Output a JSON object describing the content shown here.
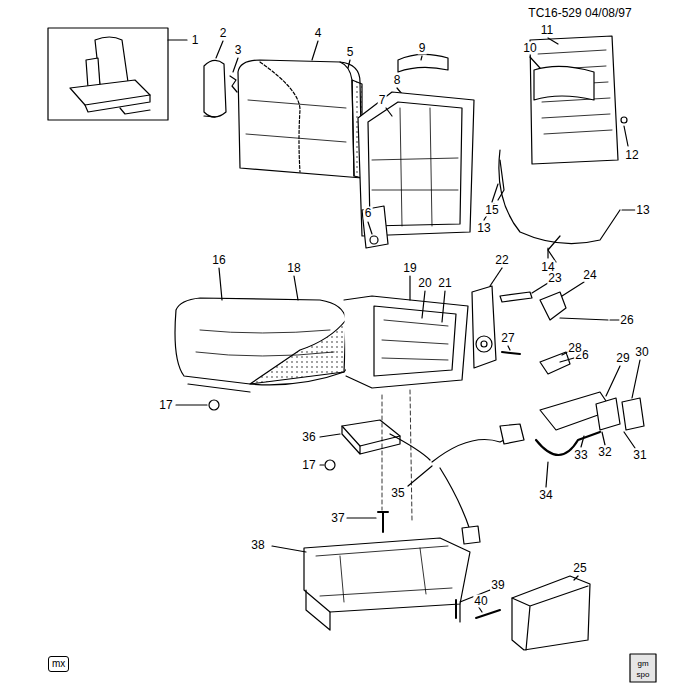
{
  "diagram": {
    "nodes": [
      {
        "text": [
          "mx"
        ]
      }
    ],
    "labels": [
      "TC16-529 04/08/97",
      "1",
      "2",
      "3",
      "4",
      "5",
      "6",
      "7",
      "8",
      "9",
      "10",
      "11",
      "12",
      "13",
      "13",
      "14",
      "15",
      "16",
      "17",
      "17",
      "18",
      "19",
      "20",
      "21",
      "22",
      "23",
      "24",
      "25",
      "26",
      "26",
      "27",
      "28",
      "29",
      "30",
      "31",
      "32",
      "33",
      "34",
      "35",
      "36",
      "37",
      "38",
      "39",
      "40",
      "gm",
      "spo"
    ]
  }
}
